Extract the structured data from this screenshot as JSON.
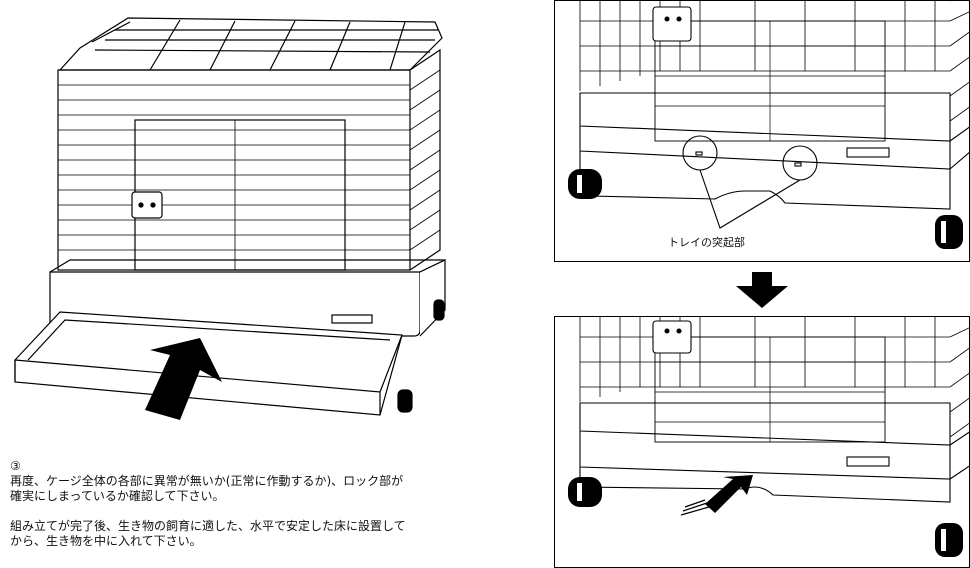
{
  "instructions": {
    "step_marker": "③",
    "paragraph1_line1": "再度、ケージ全体の各部に異常が無いか(正常に作動するか)、ロック部が",
    "paragraph1_line2": "確実にしまっているか確認して下さい。",
    "paragraph2_line1": "組み立てが完了後、生き物の飼育に適した、水平で安定した床に設置して",
    "paragraph2_line2": "から、生き物を中に入れて下さい。"
  },
  "callout": {
    "label": "トレイの突起部"
  },
  "icons": {
    "insert_arrow": "insert-arrow-icon",
    "transition_arrow": "arrow-down-icon",
    "slide_arrow": "slide-arrow-icon"
  }
}
